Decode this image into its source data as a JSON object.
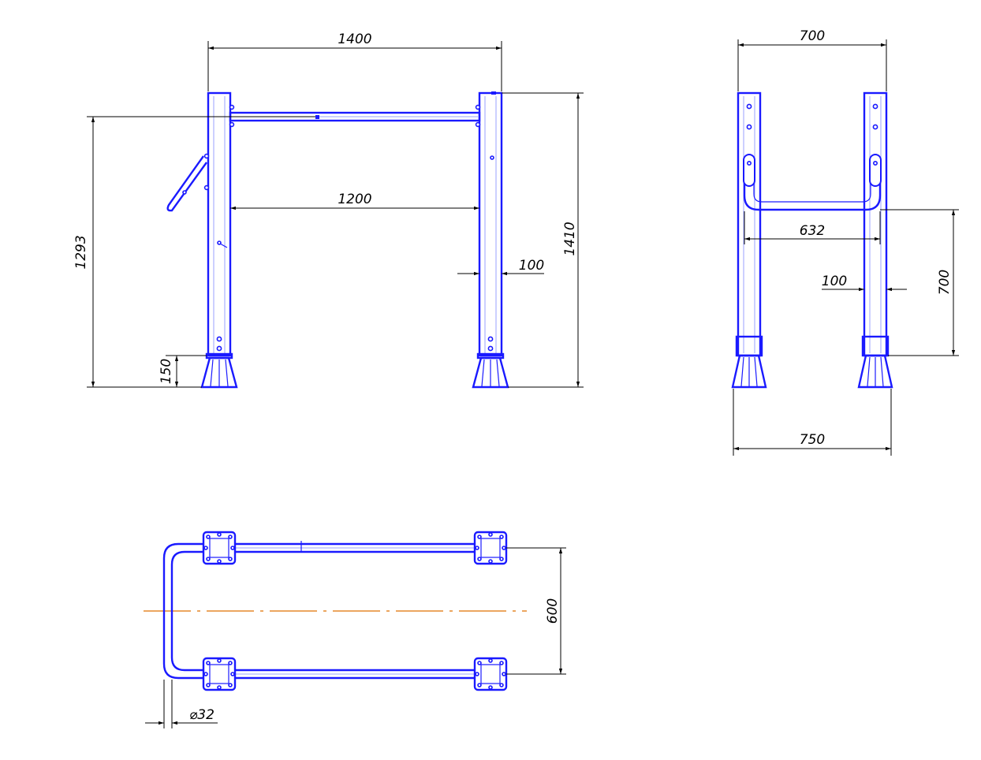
{
  "dimensions": {
    "front": {
      "overall_width": "1400",
      "inner_width": "1200",
      "bar_height": "1293",
      "overall_height": "1410",
      "post_width": "100",
      "base_height": "150"
    },
    "side": {
      "top_width": "700",
      "inner_width": "632",
      "post_width": "100",
      "handle_height": "700",
      "base_width": "750"
    },
    "plan": {
      "depth": "600",
      "tube_diameter": "⌀32"
    }
  },
  "colors": {
    "part": "#1a1aff",
    "axis": "#e07000",
    "dimension": "#000000"
  }
}
